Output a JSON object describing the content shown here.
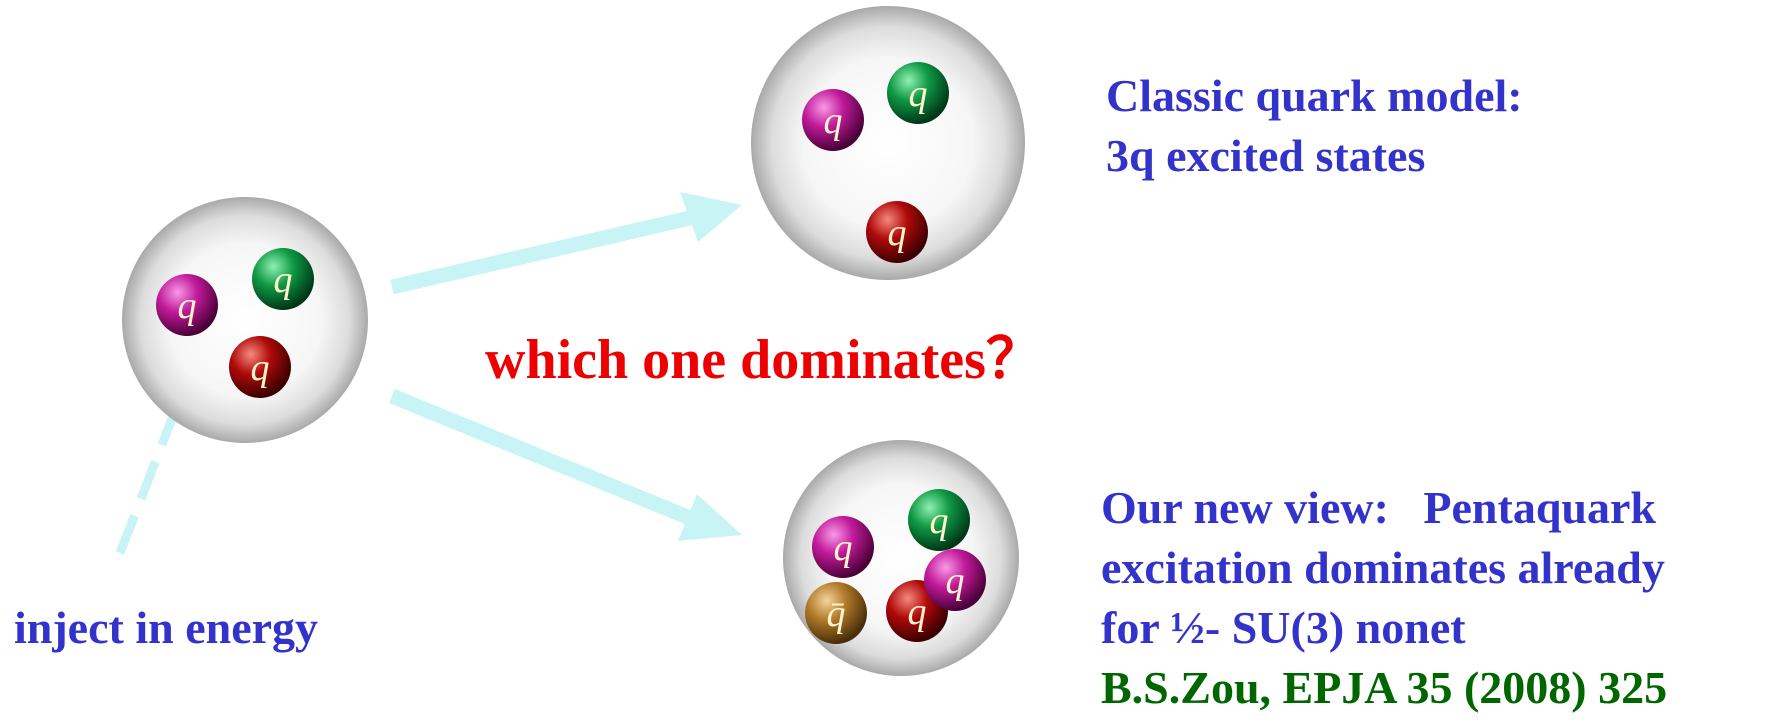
{
  "particle_label": "q",
  "antiparticle_label": "q̄",
  "colors": {
    "magenta": "#c21a9a",
    "green": "#0f9a45",
    "red": "#b00a0a",
    "gold": "#b07a2a",
    "arrow": "#c8f4f6",
    "blue_text": "#3333cc",
    "red_text": "#ee0000",
    "green_text": "#006600"
  },
  "classic_model": {
    "line1": "Classic quark model:",
    "line2": "3q excited states"
  },
  "question": "which one dominates？",
  "new_view": {
    "line1": "Our new view:   Pentaquark",
    "line2": "excitation dominates already",
    "line3": "for ½- SU(3) nonet",
    "reference": "B.S.Zou, EPJA 35 (2008) 325"
  },
  "inject_label": "inject in energy"
}
